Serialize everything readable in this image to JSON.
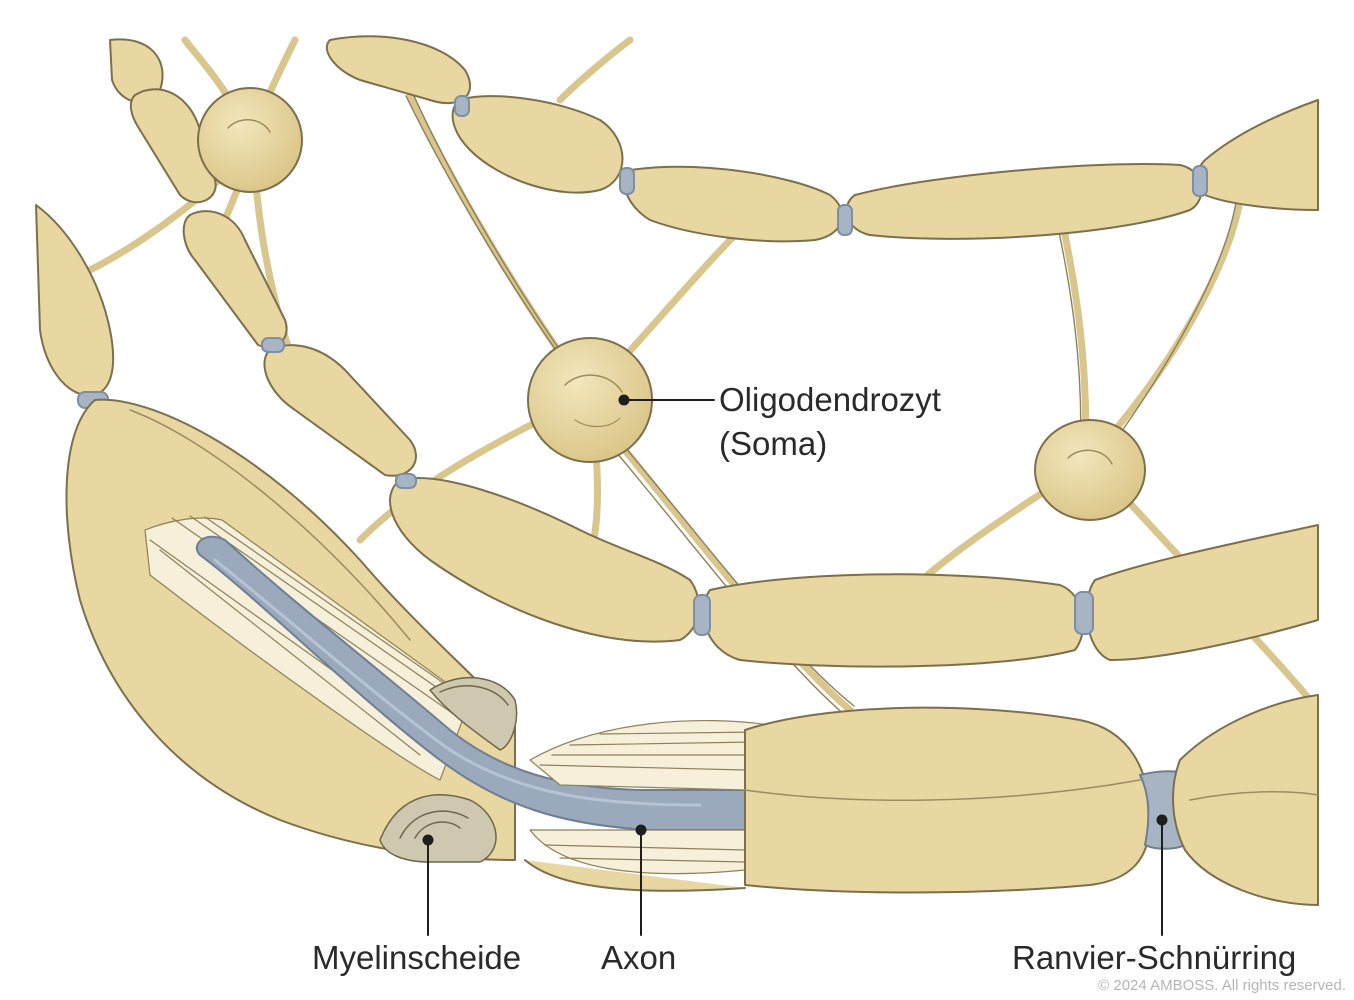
{
  "labels": {
    "soma_line1": "Oligodendrozyt",
    "soma_line2": "(Soma)",
    "myelin": "Myelinscheide",
    "axon": "Axon",
    "node": "Ranvier-Schnürring"
  },
  "copyright": "© 2024 AMBOSS. All rights reserved.",
  "colors": {
    "tissue": "#e8d7a1",
    "outline": "#7c6f4c",
    "axon": "#9aa9bc",
    "node": "#a6b4c4",
    "lamella": "#f6f0da",
    "lamella_end": "#cfc8b0"
  }
}
